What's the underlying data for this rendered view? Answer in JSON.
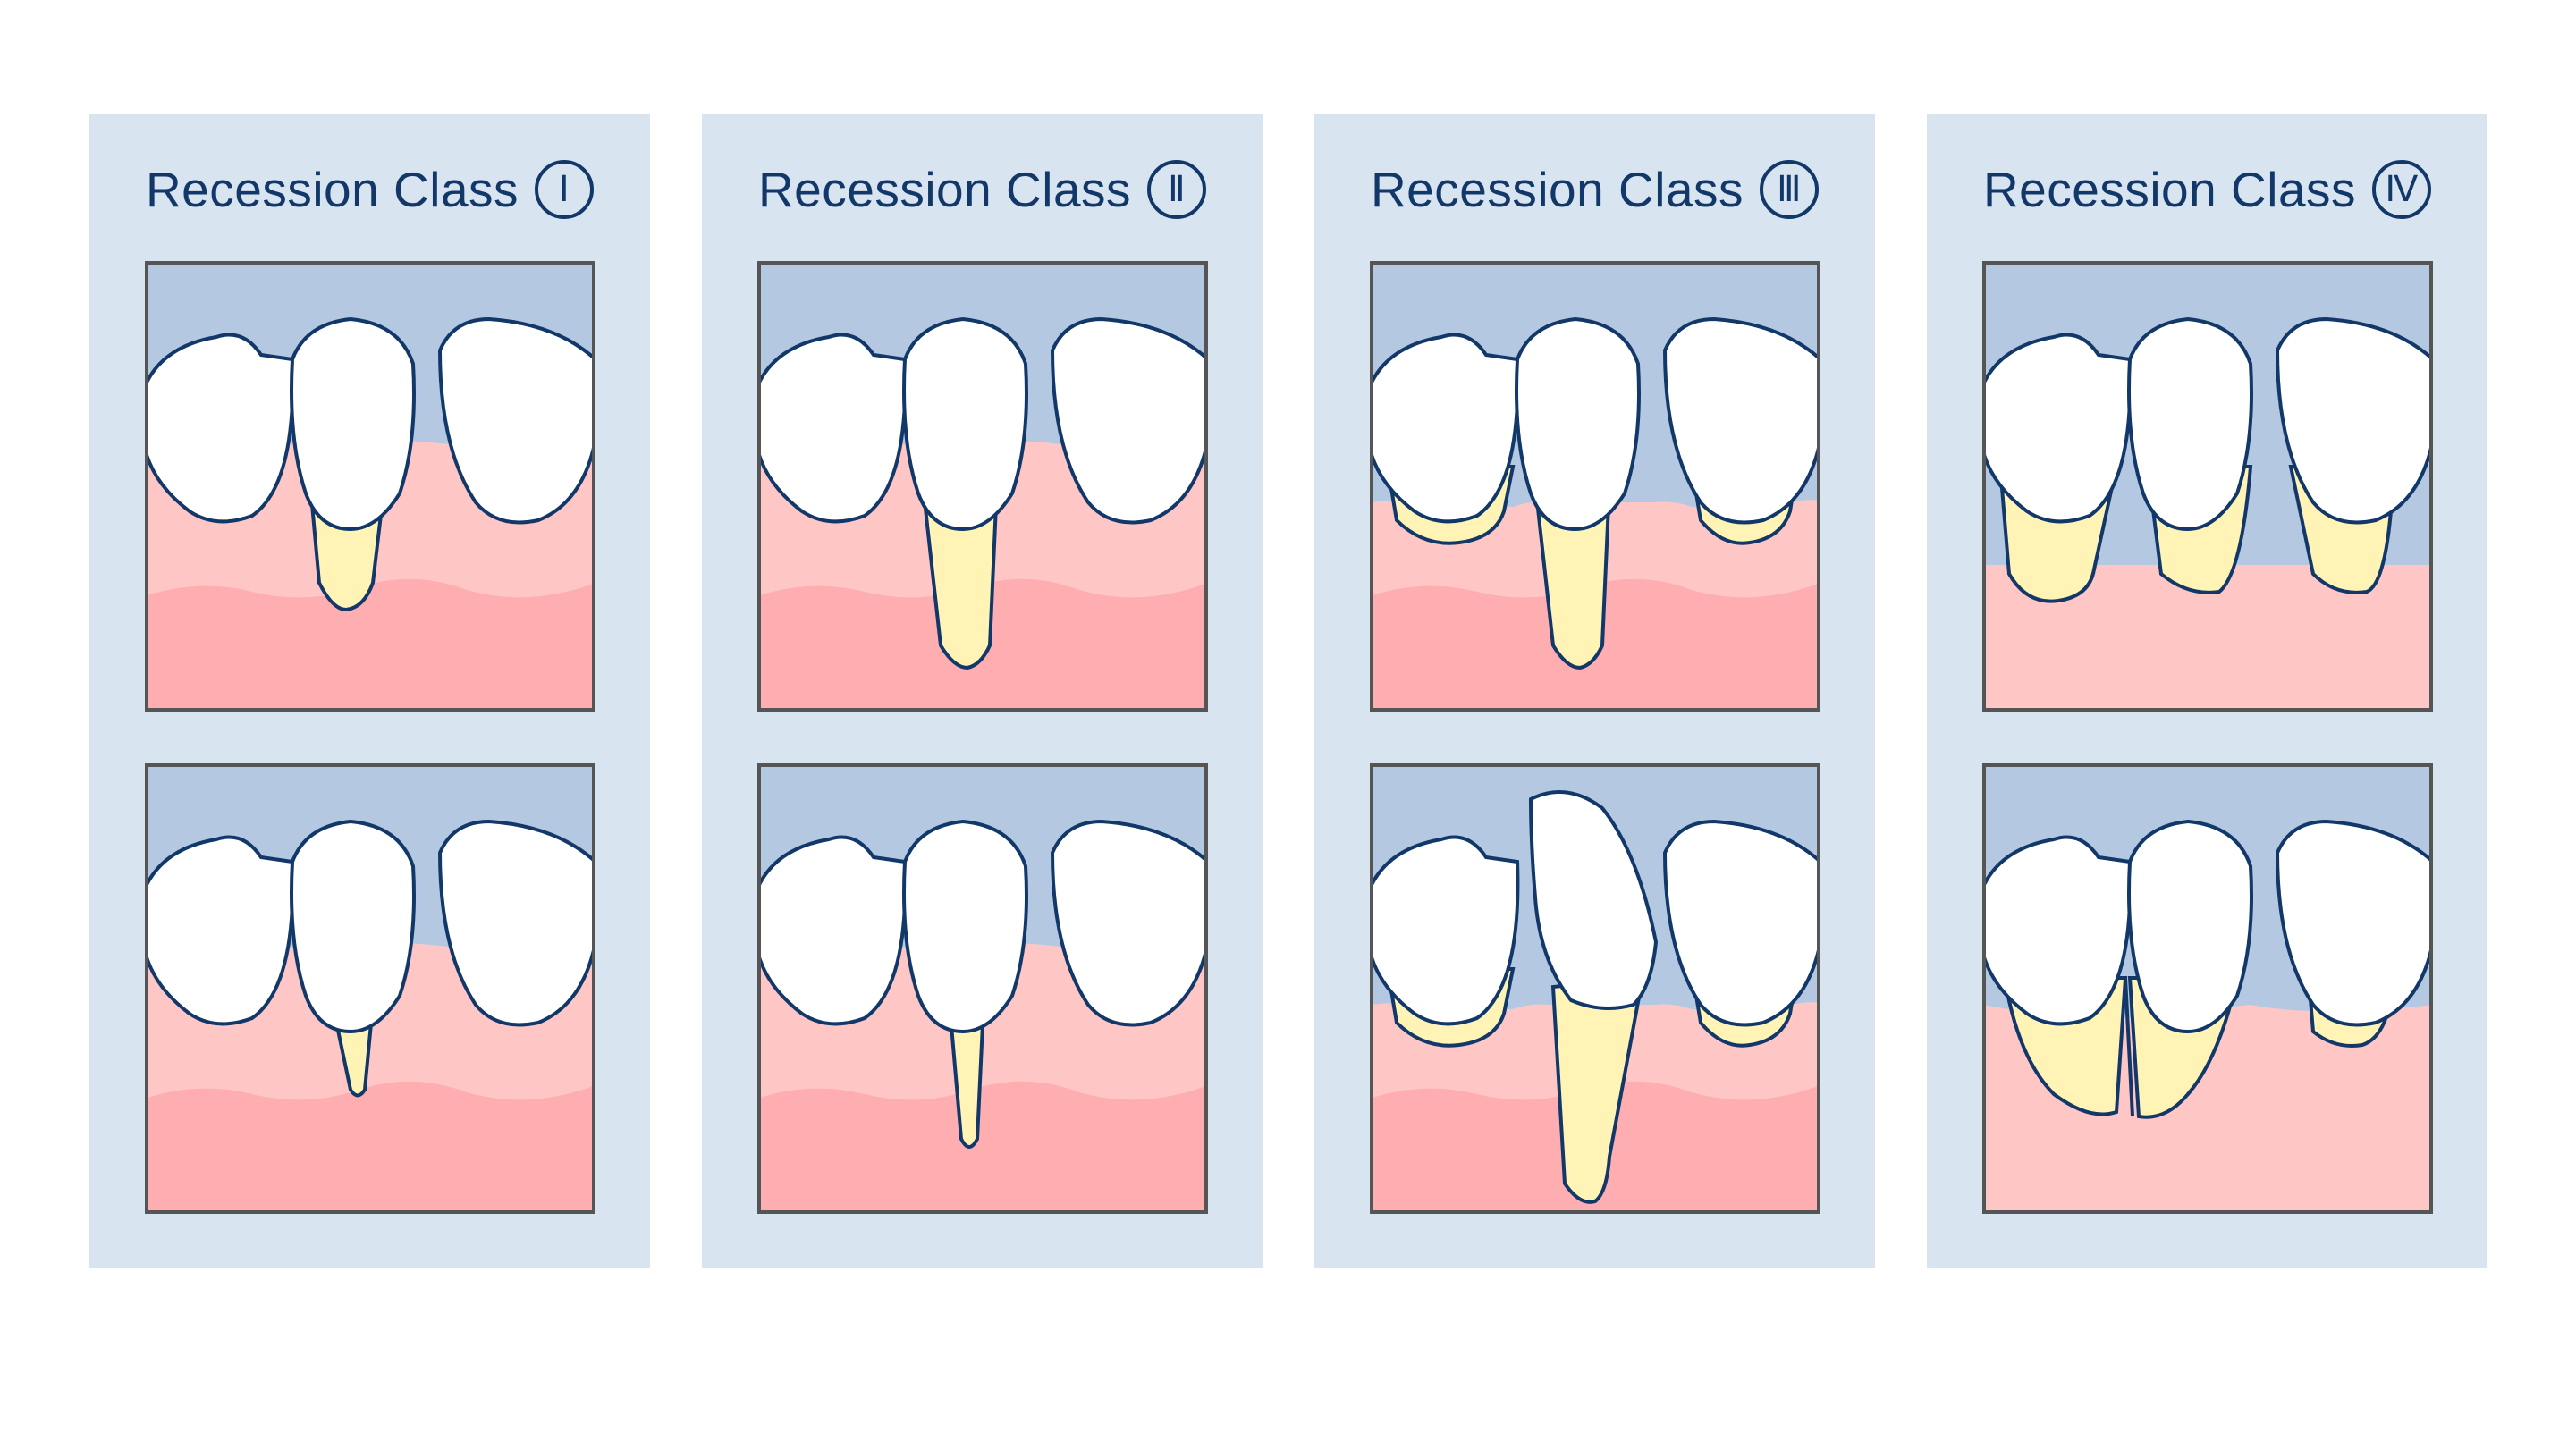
{
  "diagram": {
    "colors": {
      "card_bg": "#d9e4f1",
      "title": "#12386a",
      "bone": "#b4c9e1",
      "gum_light": "#ffc6c6",
      "gum_dark": "#feadb0",
      "root": "#fff4b6",
      "outline": "#12386a",
      "frame": "#555555"
    },
    "classes": [
      {
        "label": "Recession Class",
        "numeral": "Ⅰ"
      },
      {
        "label": "Recession Class",
        "numeral": "Ⅱ"
      },
      {
        "label": "Recession Class",
        "numeral": "Ⅲ"
      },
      {
        "label": "Recession Class",
        "numeral": "Ⅳ"
      }
    ]
  }
}
